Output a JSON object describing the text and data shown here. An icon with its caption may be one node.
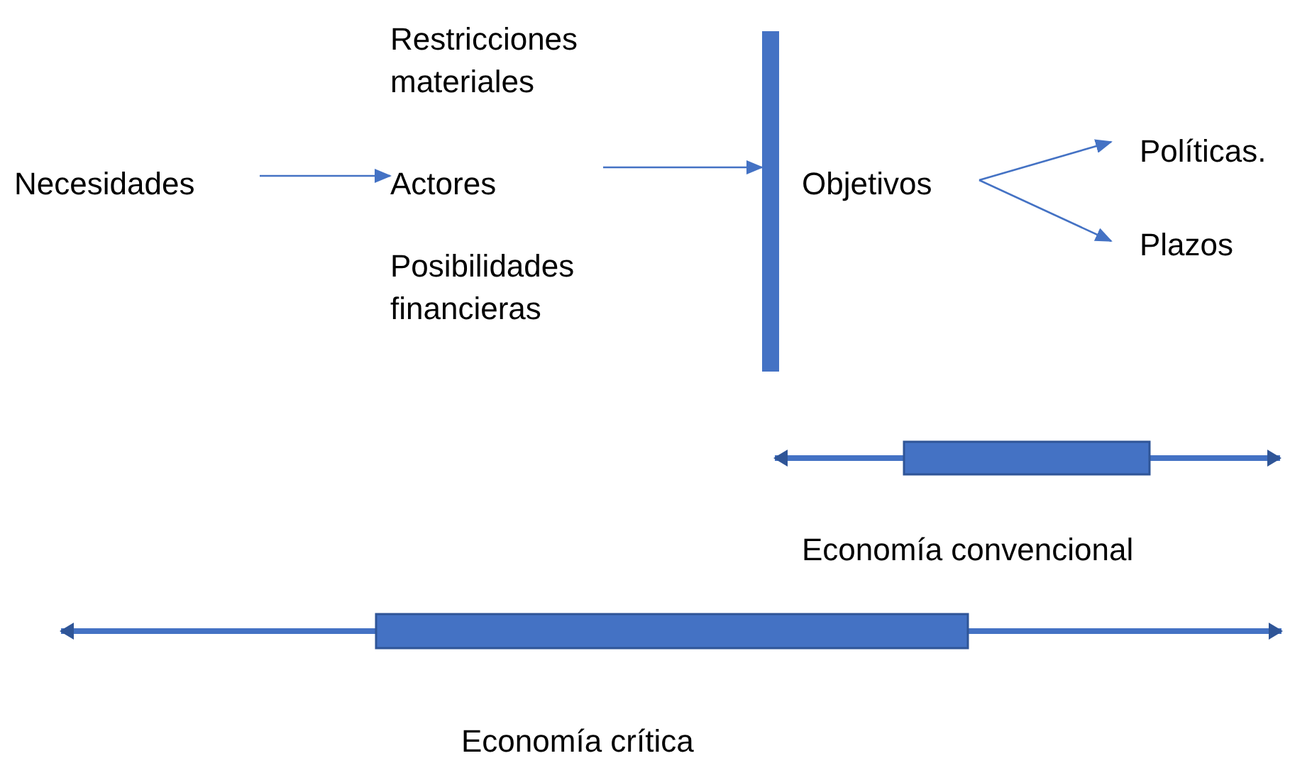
{
  "diagram": {
    "nodes": [
      {
        "text": [
          "Necesidades"
        ]
      },
      {
        "text": [
          "Restricciones materiales"
        ]
      },
      {
        "text": [
          "Actores"
        ]
      },
      {
        "text": [
          "Posibilidades financieras"
        ]
      },
      {
        "text": [],
        "shape": "bar"
      },
      {
        "text": [
          "Objetivos"
        ]
      },
      {
        "text": [
          "Políticas."
        ]
      },
      {
        "text": [
          "Plazos"
        ]
      }
    ],
    "edges": [
      {
        "from": 0,
        "to": 2,
        "arrow": "to"
      },
      {
        "from": null,
        "to": 4,
        "arrow": "to"
      },
      {
        "from": 5,
        "to": 6,
        "arrow": "to"
      },
      {
        "from": 5,
        "to": 7,
        "arrow": "to"
      }
    ],
    "labels": [
      "Economía convencional",
      "Economía crítica"
    ]
  }
}
